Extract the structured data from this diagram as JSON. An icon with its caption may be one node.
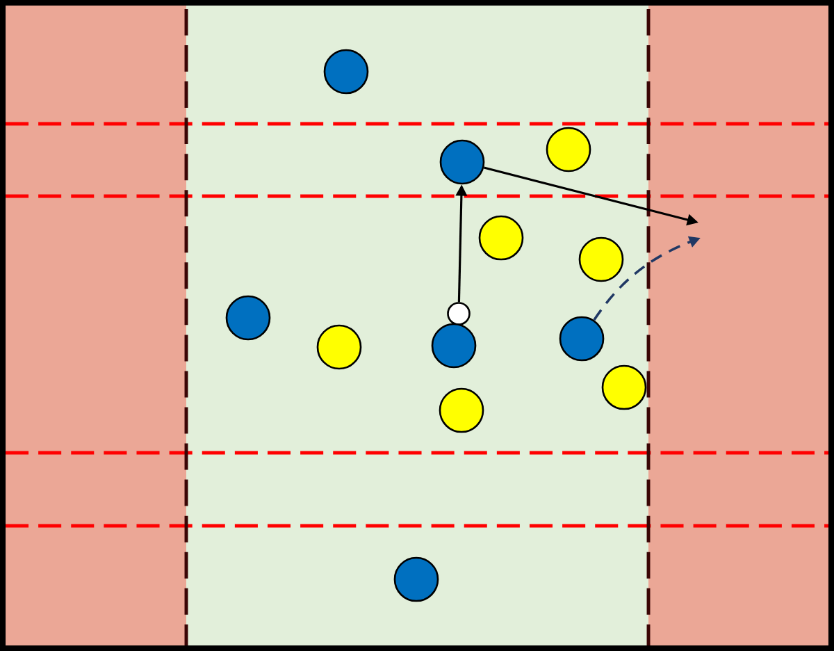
{
  "diagram": {
    "nodes": [
      {
        "text": [],
        "shape": "circle"
      },
      {
        "text": [],
        "shape": "circle"
      },
      {
        "text": [],
        "shape": "circle"
      },
      {
        "text": [],
        "shape": "circle"
      },
      {
        "text": [],
        "shape": "circle"
      },
      {
        "text": [],
        "shape": "circle"
      },
      {
        "text": [],
        "shape": "circle"
      },
      {
        "text": [],
        "shape": "circle"
      },
      {
        "text": [],
        "shape": "circle"
      },
      {
        "text": [],
        "shape": "circle"
      },
      {
        "text": [],
        "shape": "circle"
      },
      {
        "text": [],
        "shape": "circle"
      },
      {
        "text": [],
        "shape": "circle"
      }
    ],
    "edges": [
      {
        "from": 5,
        "to": 2,
        "arrow": "to"
      },
      {
        "from": 2,
        "to": null,
        "arrow": "to"
      },
      {
        "from": 7,
        "to": null,
        "arrow": "to",
        "style": "dashed",
        "color": "#203864"
      }
    ]
  }
}
